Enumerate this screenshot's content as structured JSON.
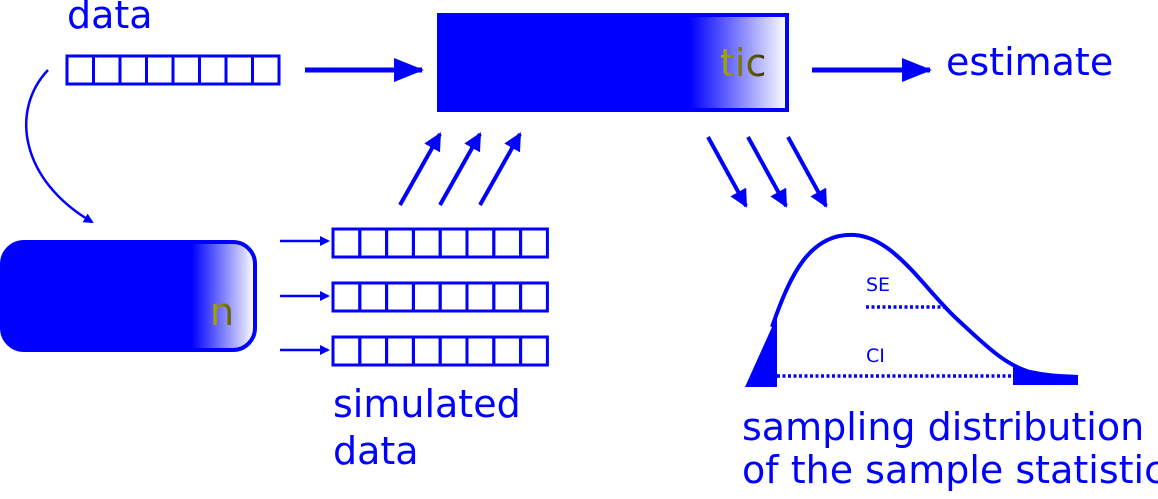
{
  "colors": {
    "primary": "#0000ff",
    "background": "#ffffff"
  },
  "labels": {
    "data": "data",
    "estimate": "estimate",
    "simulated_line1": "simulated",
    "simulated_line2": "data",
    "sampling_line1": "sampling distribution",
    "sampling_line2": "of the sample statistic",
    "se": "SE",
    "ci": "CI"
  },
  "boxes": {
    "statistic_visible_text": "tic",
    "model_visible_text": "n"
  },
  "data_vector_cells": 8,
  "simulated_vectors": 3
}
